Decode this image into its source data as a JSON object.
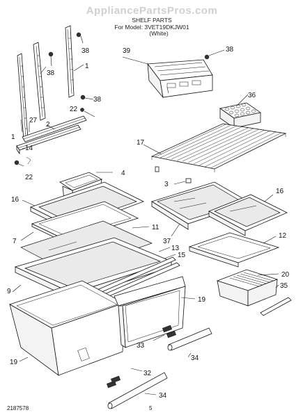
{
  "watermark": "AppliancePartsPros.com",
  "header": {
    "title": "SHELF PARTS",
    "model_line": "For Model: 3VET19DKJW01",
    "color_line": "(White)"
  },
  "footer": {
    "code": "2187578",
    "page_number": "5"
  },
  "callouts": {
    "c38a": "38",
    "c38b": "38",
    "c1a": "1",
    "c38c": "38",
    "c22a": "22",
    "c27": "27",
    "c2": "2",
    "c1b": "1",
    "c14": "14",
    "c22b": "22",
    "c39": "39",
    "c38d": "38",
    "c36": "36",
    "c17": "17",
    "c3": "3",
    "c4": "4",
    "c16a": "16",
    "c16b": "16",
    "c7": "7",
    "c11": "11",
    "c37": "37",
    "c12": "12",
    "c13": "13",
    "c15": "15",
    "c9": "9",
    "c20": "20",
    "c35": "35",
    "c19a": "19",
    "c19b": "19",
    "c33": "33",
    "c32": "32",
    "c34a": "34",
    "c34b": "34"
  }
}
